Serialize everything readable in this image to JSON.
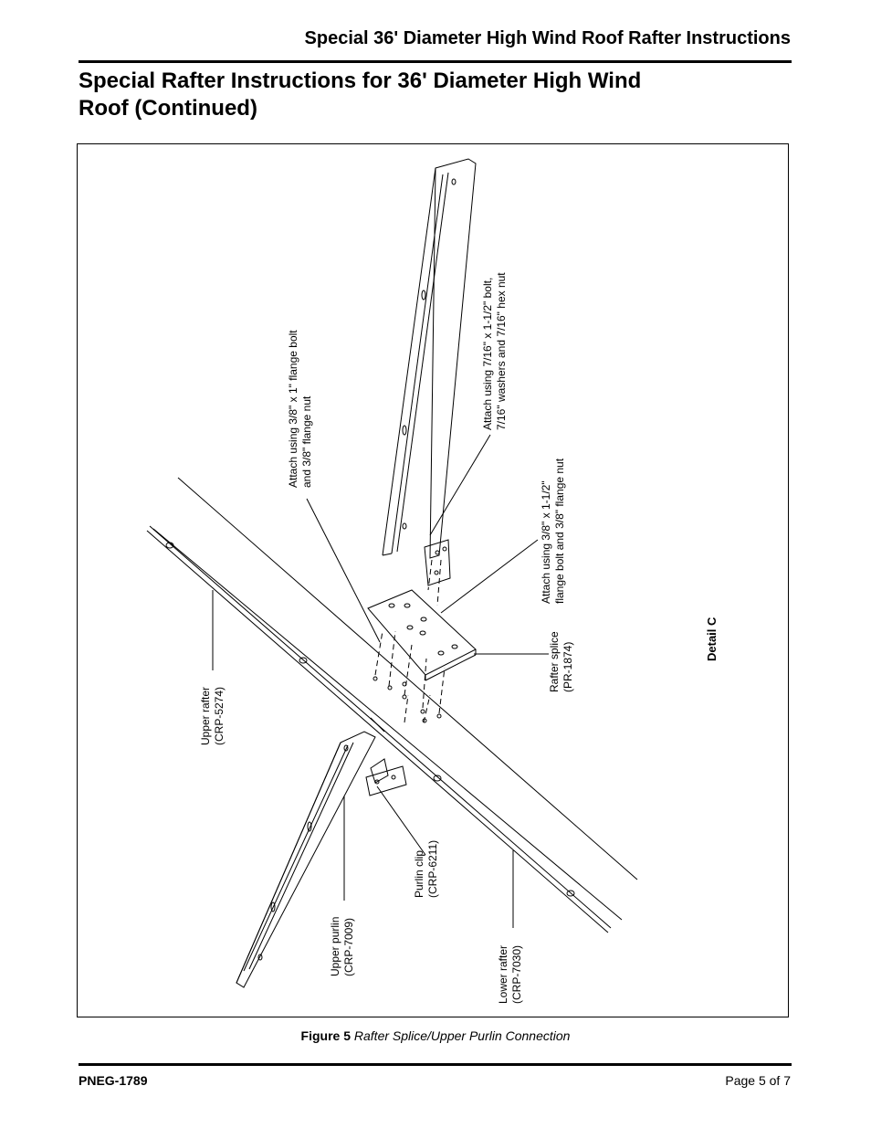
{
  "header": {
    "running_title": "Special 36' Diameter High Wind Roof Rafter Instructions",
    "section_title_line1": "Special Rafter Instructions for 36' Diameter High Wind",
    "section_title_line2": "Roof (Continued)"
  },
  "figure": {
    "labels": {
      "attach_flange_bolt": [
        "Attach using 3/8\" x 1\" flange bolt",
        "and 3/8\" flange nut"
      ],
      "attach_hex_bolt": [
        "Attach using 7/16\" x 1-1/2\" bolt,",
        "7/16\" washers and 7/16\" hex nut"
      ],
      "attach_flange_bolt_long": [
        "Attach using 3/8\" x 1-1/2\"",
        "flange bolt and 3/8\" flange nut"
      ],
      "rafter_splice": [
        "Rafter splice",
        "(PR-1874)"
      ],
      "detail": "Detail C",
      "upper_rafter": [
        "Upper rafter",
        "(CRP-5274)"
      ],
      "purlin_clip": [
        "Purlin clip",
        "(CRP-6211)"
      ],
      "upper_purlin": [
        "Upper purlin",
        "(CRP-7009)"
      ],
      "lower_rafter": [
        "Lower rafter",
        "(CRP-7030)"
      ]
    },
    "caption_number": "Figure 5",
    "caption_text": "Rafter Splice/Upper Purlin Connection"
  },
  "footer": {
    "doc_id": "PNEG-1789",
    "page": "Page 5 of 7"
  }
}
